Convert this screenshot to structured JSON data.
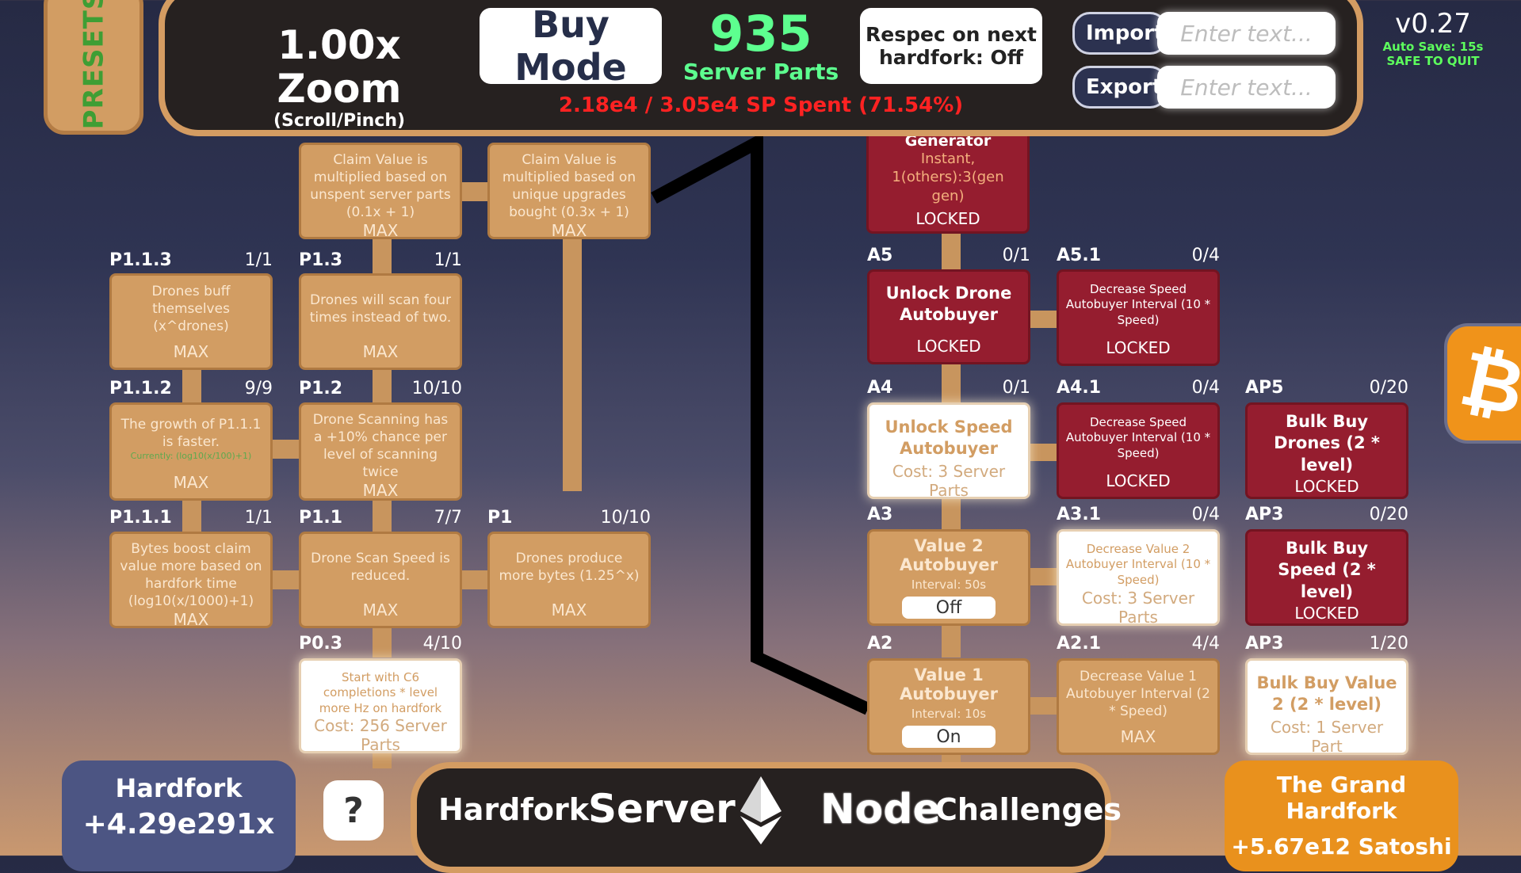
{
  "sidebar": {
    "presets_label": "PRESETS"
  },
  "topbar": {
    "zoom": "1.00x Zoom",
    "zoom_hint": "(Scroll/Pinch)",
    "buy_mode": "Buy Mode",
    "server_parts_value": "935",
    "server_parts_label": "Server Parts",
    "sp_spent": "2.18e4 / 3.05e4 SP Spent (71.54%)",
    "respec_line1": "Respec on next",
    "respec_line2": "hardfork:  Off",
    "import_label": "Import",
    "export_label": "Export",
    "import_placeholder": "Enter text...",
    "export_placeholder": "Enter text...",
    "version": "v0.27",
    "autosave": "Auto Save: 15s",
    "safe": "SAFE TO QUIT"
  },
  "nodes": {
    "p1_2x": {
      "desc": "Claim Value is multiplied based on unspent server parts (0.1x + 1)",
      "foot": "MAX"
    },
    "p1_2y": {
      "desc": "Claim Value is multiplied based on unique upgrades bought (0.3x + 1)",
      "foot": "MAX"
    },
    "p113": {
      "id": "P1.1.3",
      "level": "1/1",
      "desc": "Drones buff themselves (x^drones)",
      "foot": "MAX"
    },
    "p13": {
      "id": "P1.3",
      "level": "1/1",
      "desc": "Drones will scan four times instead of two.",
      "foot": "MAX"
    },
    "p112": {
      "id": "P1.1.2",
      "level": "9/9",
      "desc": "The growth of P1.1.1 is faster.",
      "sub": "Currently: (log10(x/100)+1)",
      "foot": "MAX"
    },
    "p12": {
      "id": "P1.2",
      "level": "10/10",
      "desc": "Drone Scanning has a +10% chance per level of scanning twice",
      "foot": "MAX"
    },
    "p111": {
      "id": "P1.1.1",
      "level": "1/1",
      "desc": "Bytes boost claim value more based on hardfork time (log10(x/1000)+1)",
      "foot": "MAX"
    },
    "p11": {
      "id": "P1.1",
      "level": "7/7",
      "desc": "Drone Scan Speed is reduced.",
      "foot": "MAX"
    },
    "p1": {
      "id": "P1",
      "level": "10/10",
      "desc": "Drones produce more bytes (1.25^x)",
      "foot": "MAX"
    },
    "p03": {
      "id": "P0.3",
      "level": "4/10",
      "desc": "Start with C6 completions * level more Hz on hardfork",
      "foot": "Cost: 256 Server Parts"
    },
    "gen": {
      "title": "Generator",
      "desc": "Instant, 1(others):3(gen gen)",
      "foot": "LOCKED"
    },
    "a5": {
      "id": "A5",
      "level": "0/1",
      "title": "Unlock Drone Autobuyer",
      "foot": "LOCKED"
    },
    "a51": {
      "id": "A5.1",
      "level": "0/4",
      "desc": "Decrease Speed Autobuyer Interval (10 * Speed)",
      "foot": "LOCKED"
    },
    "a4": {
      "id": "A4",
      "level": "0/1",
      "title": "Unlock Speed Autobuyer",
      "foot": "Cost: 3 Server Parts"
    },
    "a41": {
      "id": "A4.1",
      "level": "0/4",
      "desc": "Decrease Speed Autobuyer Interval (10 * Speed)",
      "foot": "LOCKED"
    },
    "ap5": {
      "id": "AP5",
      "level": "0/20",
      "title": "Bulk Buy Drones (2 * level)",
      "foot": "LOCKED"
    },
    "a3": {
      "id": "A3",
      "level": "",
      "title": "Value 2 Autobuyer",
      "interval": "Interval: 50s",
      "toggle": "Off"
    },
    "a31": {
      "id": "A3.1",
      "level": "0/4",
      "desc": "Decrease Value 2 Autobuyer Interval (10 * Speed)",
      "foot": "Cost: 3 Server Parts"
    },
    "ap3a": {
      "id": "AP3",
      "level": "0/20",
      "title": "Bulk Buy Speed (2 * level)",
      "foot": "LOCKED"
    },
    "a2": {
      "id": "A2",
      "level": "",
      "title": "Value 1 Autobuyer",
      "interval": "Interval: 10s",
      "toggle": "On"
    },
    "a21": {
      "id": "A2.1",
      "level": "4/4",
      "desc": "Decrease Value 1 Autobuyer Interval (2 * Speed)",
      "foot": "MAX"
    },
    "ap3b": {
      "id": "AP3",
      "level": "1/20",
      "title": "Bulk Buy Value 2 (2 * level)",
      "foot": "Cost: 1 Server Part"
    }
  },
  "bottom": {
    "hardfork_title": "Hardfork",
    "hardfork_value": "+4.29e291x",
    "help": "?",
    "nav": [
      "Hardfork",
      "Server",
      "Node",
      "Challenges"
    ],
    "grand_title": "The Grand Hardfork",
    "grand_value": "+5.67e12 Satoshi"
  },
  "colors": {
    "tan": "#d29d63",
    "locked": "#951d2f",
    "green": "#5dff8f",
    "red": "#ff2222",
    "orange": "#e9911d"
  }
}
